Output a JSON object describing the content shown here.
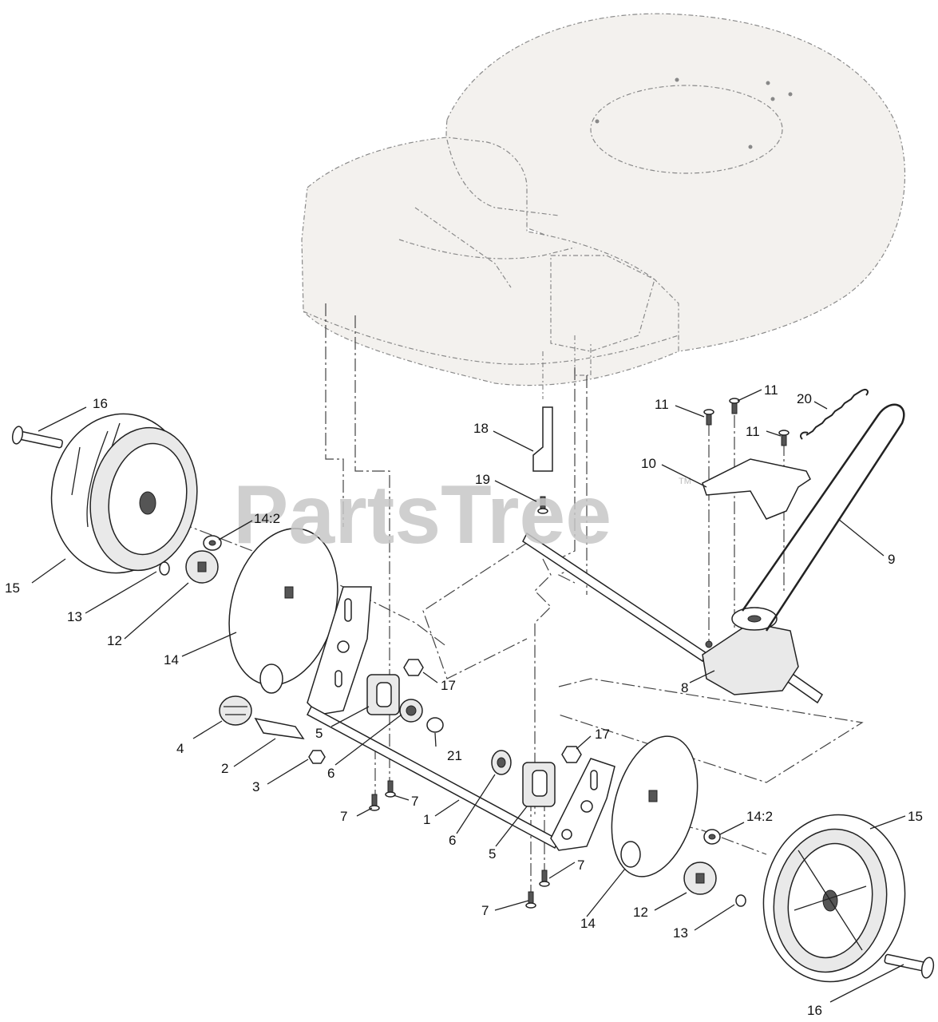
{
  "watermark": {
    "text": "PartsTree",
    "tm": "TM"
  },
  "callouts": {
    "c1": "1",
    "c2": "2",
    "c3": "3",
    "c4": "4",
    "c5a": "5",
    "c5b": "5",
    "c6a": "6",
    "c6b": "6",
    "c7a": "7",
    "c7b": "7",
    "c7c": "7",
    "c7d": "7",
    "c8": "8",
    "c9": "9",
    "c10": "10",
    "c11a": "11",
    "c11b": "11",
    "c11c": "11",
    "c12a": "12",
    "c12b": "12",
    "c13a": "13",
    "c13b": "13",
    "c14a": "14",
    "c14b": "14",
    "c14_2a": "14:2",
    "c14_2b": "14:2",
    "c15a": "15",
    "c15b": "15",
    "c16a": "16",
    "c16b": "16",
    "c17a": "17",
    "c17b": "17",
    "c18": "18",
    "c19": "19",
    "c20": "20",
    "c21": "21"
  },
  "colors": {
    "line": "#222222",
    "ghost": "#8a8a8a",
    "watermark": "#c7c7c7",
    "background": "#ffffff"
  }
}
